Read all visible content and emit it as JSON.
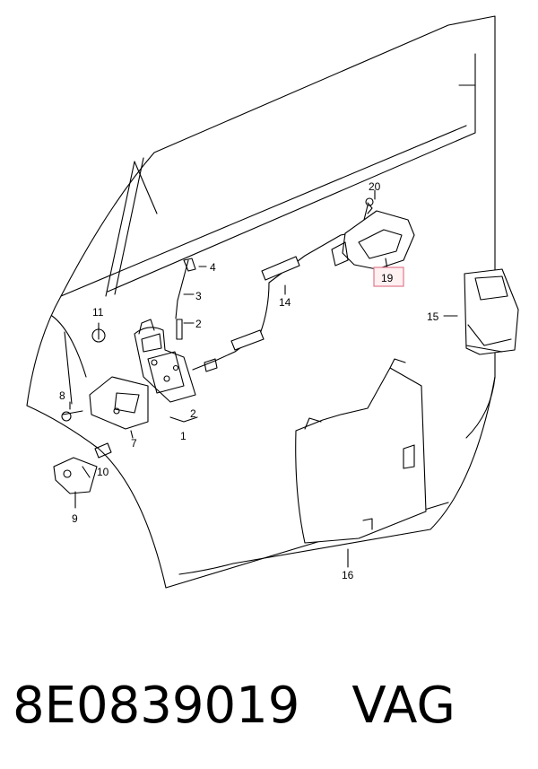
{
  "diagram": {
    "callouts": [
      "1",
      "2",
      "2",
      "3",
      "4",
      "7",
      "8",
      "9",
      "10",
      "11",
      "14",
      "15",
      "16",
      "19",
      "20"
    ],
    "highlighted_callout": "19",
    "highlight_color": "#e07a8a"
  },
  "caption": {
    "part_number": "8E0839019",
    "brand": "VAG"
  }
}
